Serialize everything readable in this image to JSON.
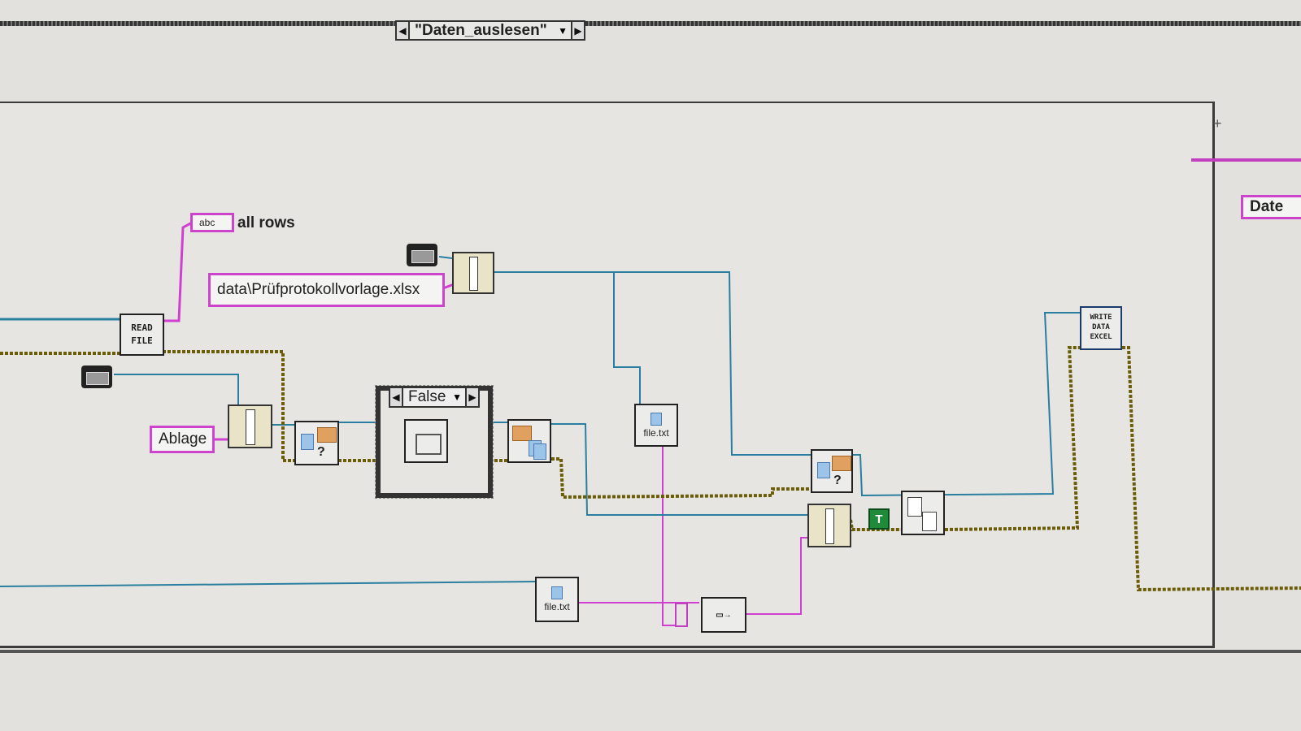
{
  "case_structure": {
    "selector_value": "\"Daten_auslesen\"",
    "next_arrow": "▶",
    "prev_arrow": "◀",
    "dropdown": "▼"
  },
  "constants": {
    "all_rows_indicator": "abc",
    "all_rows_label": "all rows",
    "template_path": "data\\Prüfprotokollvorlage.xlsx",
    "folder_name": "Ablage",
    "true_constant": "T",
    "right_edge_constant": "Date"
  },
  "subvis": {
    "read_file_line1": "READ",
    "read_file_line2": "FILE",
    "write_excel_line1": "WRITE",
    "write_excel_line2": "DATA",
    "write_excel_line3": "EXCEL",
    "file_txt_top": "file.txt",
    "file_txt_bottom": "file.txt"
  },
  "inner_case": {
    "selector_value": "False"
  },
  "colors": {
    "path_wire": "#2a7fa0",
    "string_wire": "#d040d0",
    "error_wire": "#8a7a10",
    "bool_const": "#1f8a3a"
  }
}
